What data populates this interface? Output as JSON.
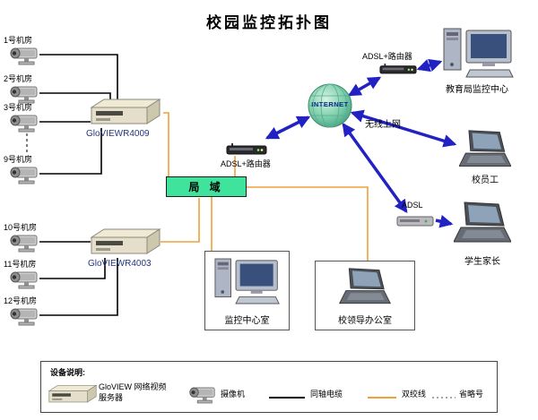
{
  "title": "校园监控拓扑图",
  "rooms": [
    {
      "label": "1号机房"
    },
    {
      "label": "2号机房"
    },
    {
      "label": "3号机房"
    },
    {
      "label": "9号机房"
    },
    {
      "label": "10号机房"
    },
    {
      "label": "11号机房"
    },
    {
      "label": "12号机房"
    }
  ],
  "servers": {
    "top": {
      "label": "GloVIEWR4009"
    },
    "bottom": {
      "label": "GloVIEWR4003"
    }
  },
  "lan_box": {
    "label": "局 域"
  },
  "internet": {
    "label": "INTERNET"
  },
  "router_center": {
    "label": "ADSL+路由器"
  },
  "router_top": {
    "label": "ADSL+路由器"
  },
  "adsl": {
    "label": "ADSL"
  },
  "wireless": {
    "label": "无线上网"
  },
  "endpoints": {
    "edu_center": {
      "label": "教育局监控中心"
    },
    "staff": {
      "label": "校员工"
    },
    "parents": {
      "label": "学生家长"
    }
  },
  "offices": {
    "monitor_room": {
      "label": "监控中心室"
    },
    "leader_office": {
      "label": "校领导办公室"
    }
  },
  "legend": {
    "title": "设备说明:",
    "server_label": "GloVIEW 网络视频服务器",
    "camera_label": "摄像机",
    "coax_label": "同轴电缆",
    "twisted_label": "双绞线",
    "ellipsis_label": "省略号"
  },
  "colors": {
    "lan_fill": "#3fe39c",
    "arrow_blue": "#2222c4",
    "twisted_pair": "#efa03a",
    "coax": "#000000"
  }
}
